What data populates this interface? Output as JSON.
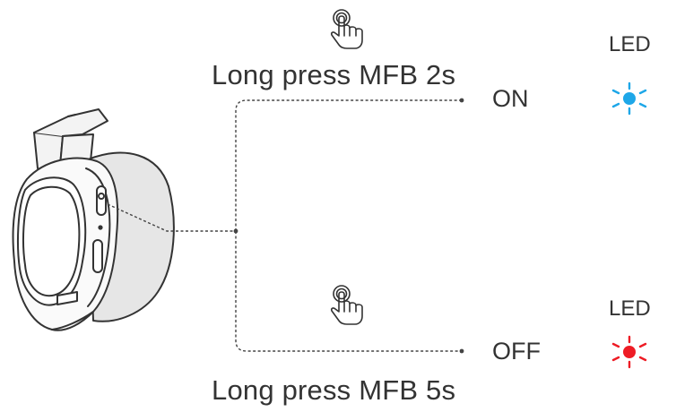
{
  "instructions": {
    "power_on": {
      "action_label": "Long press MFB 2s",
      "state_label": "ON",
      "led_label": "LED",
      "led_color": "#1ea7e8",
      "hand_icon": "press-hand-icon",
      "led_icon": "led-blink-icon"
    },
    "power_off": {
      "action_label": "Long press MFB 5s",
      "state_label": "OFF",
      "led_label": "LED",
      "led_color": "#ee1c25",
      "hand_icon": "press-hand-icon",
      "led_icon": "led-blink-icon"
    }
  },
  "device": {
    "icon": "headphone-earcup-icon",
    "button_icon": "mfb-button-icon"
  },
  "colors": {
    "text": "#333333",
    "line": "#444444",
    "cushion": "#e6e6e6",
    "outline": "#333333"
  }
}
